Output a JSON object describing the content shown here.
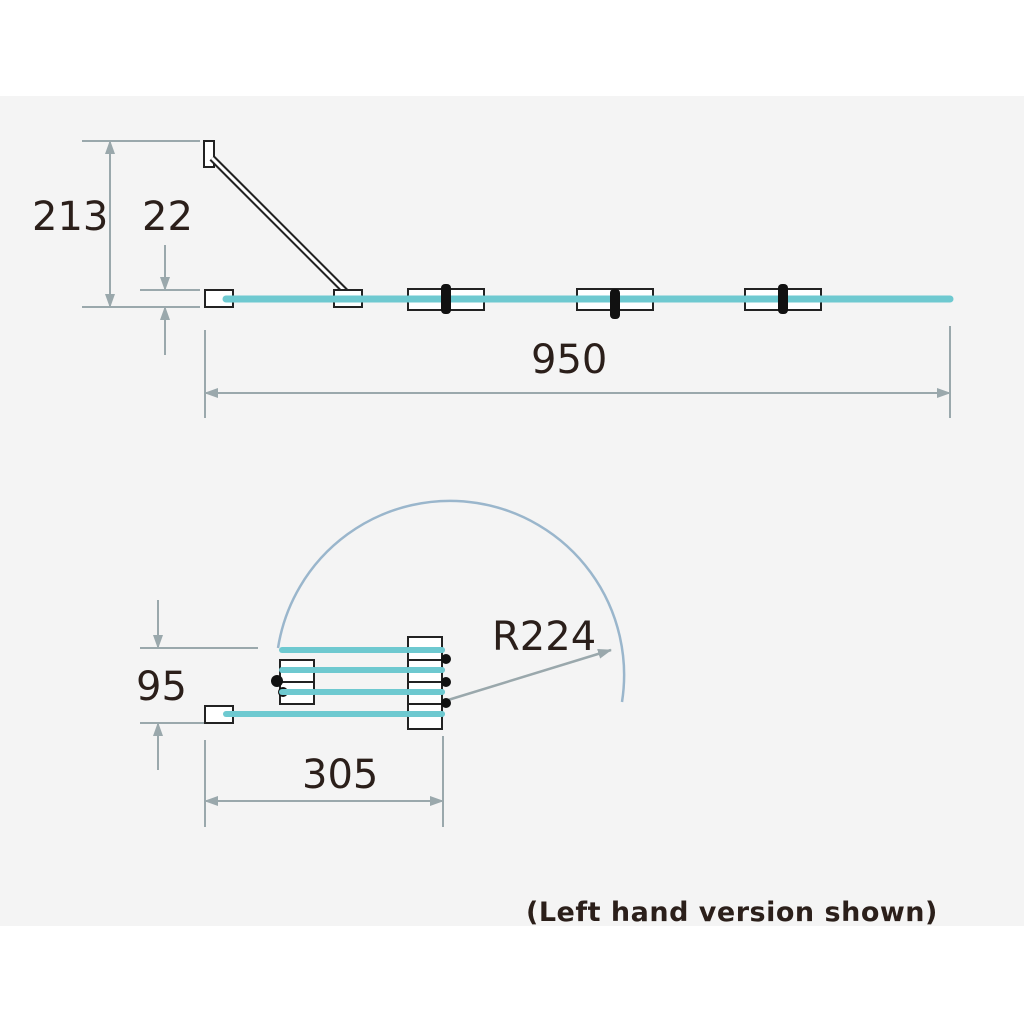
{
  "top_view": {
    "dim_height_total": "213",
    "dim_height_offset": "22",
    "dim_width": "950"
  },
  "folded_view": {
    "dim_depth": "95",
    "dim_width": "305",
    "dim_radius": "R224"
  },
  "note": "(Left hand version shown)",
  "colors": {
    "glass": "#6ec9d0",
    "dimension": "#9aa8ac",
    "arc": "#9ab6cc",
    "text": "#2b1f1a",
    "background": "#f4f4f4"
  }
}
